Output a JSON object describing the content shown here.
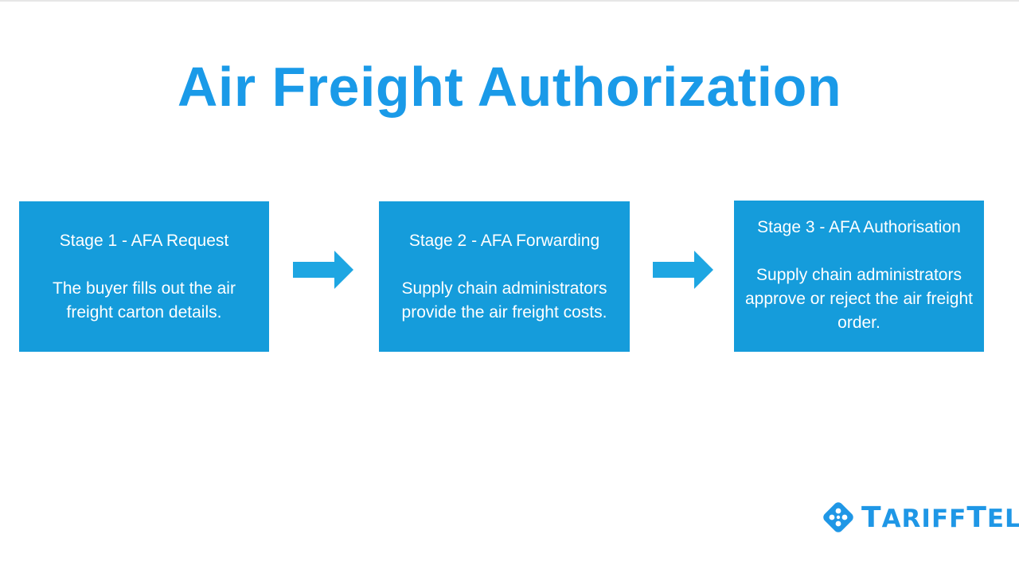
{
  "title": "Air Freight Authorization",
  "stages": [
    {
      "title": "Stage 1 - AFA Request",
      "description": "The buyer fills out the air freight carton details."
    },
    {
      "title": "Stage 2 - AFA Forwarding",
      "description": "Supply chain administrators provide the air freight costs."
    },
    {
      "title": "Stage 3 - AFA Authorisation",
      "description": "Supply chain administrators approve or reject the air freight order."
    }
  ],
  "logo": {
    "text_part1_initial": "T",
    "text_part1_rest": "ARIFF",
    "text_part2_initial": "T",
    "text_part2_rest": "EL",
    "icon": "diamond-network-icon"
  },
  "colors": {
    "title": "#1a9ae8",
    "stage_fill": "#159cdb",
    "arrow": "#1ea6e2",
    "logo": "#1f97e6"
  }
}
